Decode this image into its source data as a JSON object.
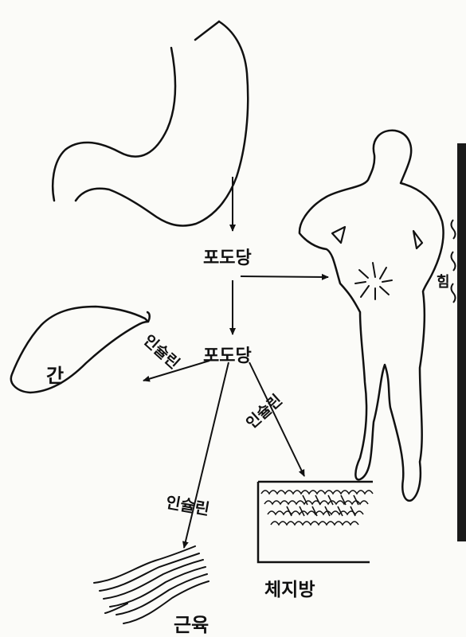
{
  "labels": {
    "glucose_top": "포도당",
    "glucose_mid": "포도당",
    "insulin_left": "인슐린",
    "insulin_center": "인슐린",
    "insulin_right": "인슐린",
    "liver": "간",
    "muscle": "근육",
    "body_fat": "체지방",
    "energy": "힘"
  }
}
